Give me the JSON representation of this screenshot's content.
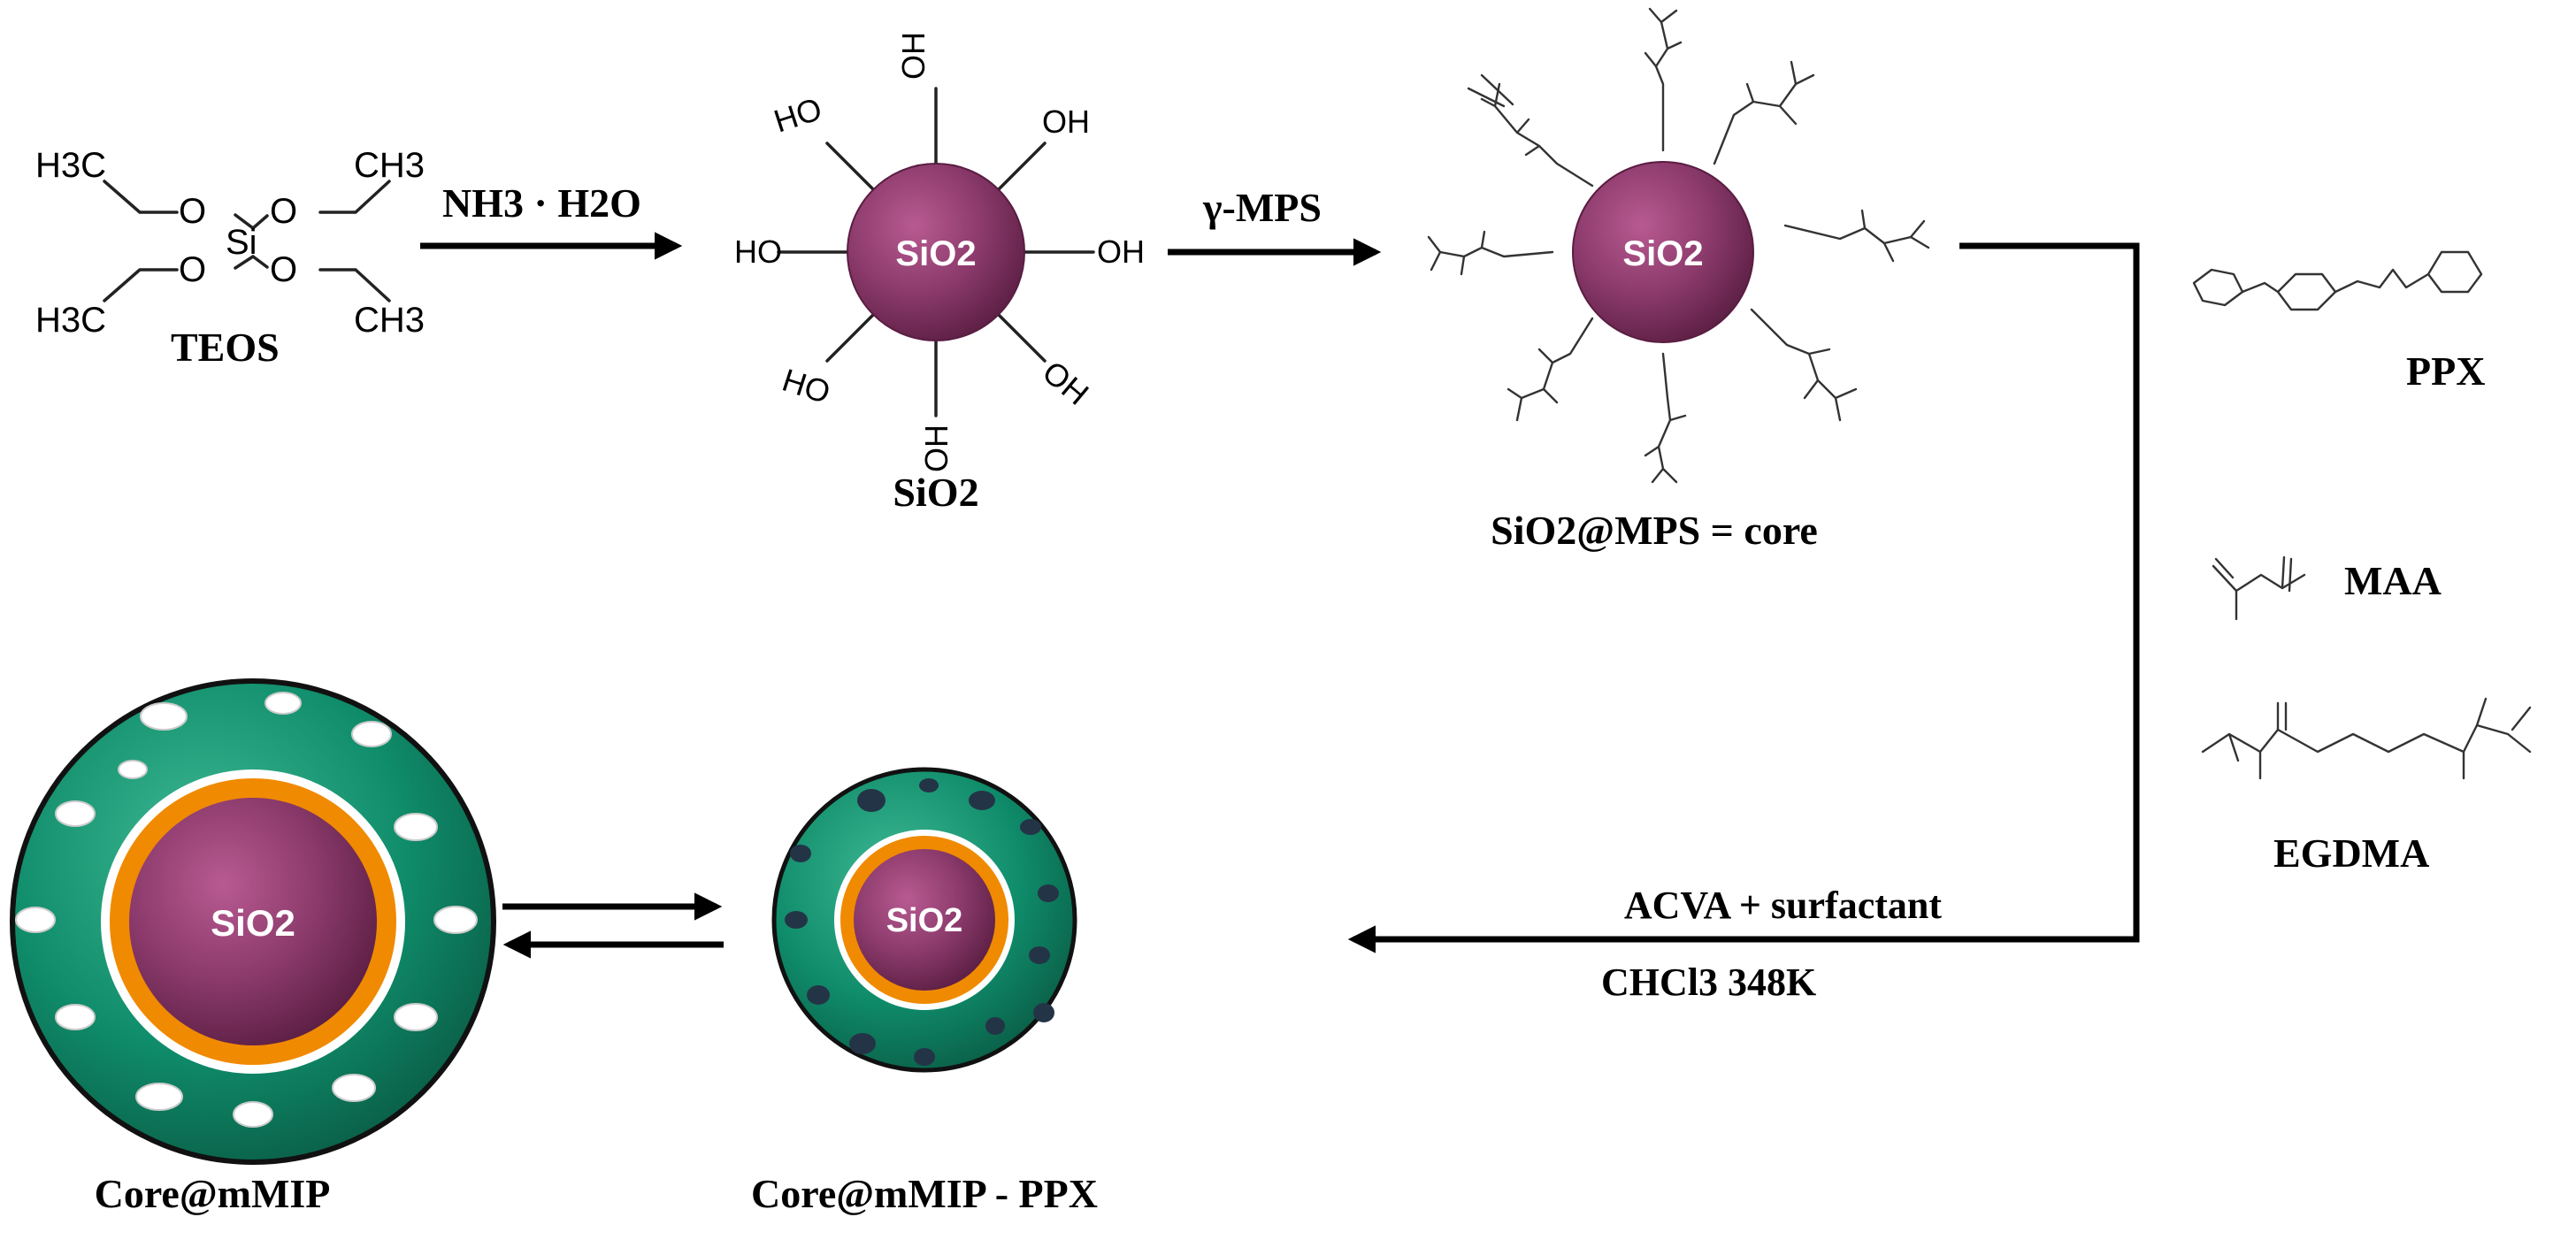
{
  "teos": {
    "ch3_top_left": "H3C",
    "ch3_top_right": "CH3",
    "ch3_bottom_left": "H3C",
    "ch3_bottom_right": "CH3",
    "oxygen": "O",
    "silicon": "Si",
    "name": "TEOS"
  },
  "step1": {
    "reagent": "NH3 · H2O"
  },
  "silica": {
    "core_label": "SiO2",
    "hydroxyl": "OH",
    "hydroxyl_rev": "HO",
    "name": "SiO2"
  },
  "step2": {
    "reagent": "γ-MPS"
  },
  "mps_core": {
    "core_label": "SiO2",
    "name": "SiO2@MPS = core"
  },
  "monomers": {
    "ppx": "PPX",
    "maa": "MAA",
    "egdma": "EGDMA"
  },
  "step3": {
    "line1": "ACVA + surfactant",
    "line2": "CHCl3  348K"
  },
  "mip": {
    "core_label": "SiO2",
    "name": "Core@mMIP"
  },
  "mip_ppx": {
    "core_label": "SiO2",
    "name": "Core@mMIP - PPX"
  },
  "colors": {
    "silica": "#8b3a6b",
    "shell": "#0f8c6a",
    "orange_layer": "#f08a00",
    "cavity_empty": "#ffffff",
    "cavity_filled": "#243447"
  }
}
